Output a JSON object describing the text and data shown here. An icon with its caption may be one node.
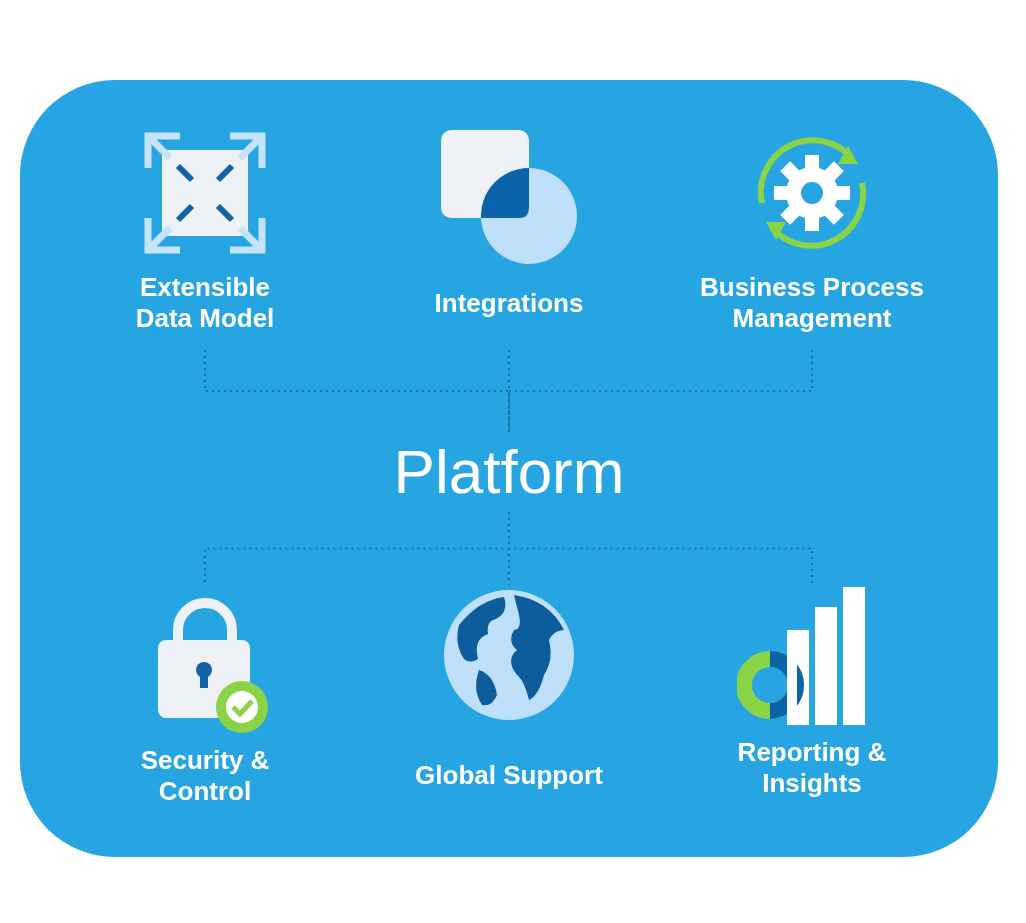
{
  "diagram": {
    "nodes": [
      {
        "text": [],
        "shape": "box"
      },
      {
        "text": [
          "Extensible Data Model"
        ],
        "in": 0
      },
      {
        "text": [
          "Integrations"
        ],
        "in": 0
      },
      {
        "text": [
          "Business Process Management"
        ],
        "in": 0
      },
      {
        "text": [
          "Platform"
        ],
        "in": 0
      },
      {
        "text": [
          "Security & Control"
        ],
        "in": 0
      },
      {
        "text": [
          "Global Support"
        ],
        "in": 0
      },
      {
        "text": [
          "Reporting & Insights"
        ],
        "in": 0
      }
    ],
    "edges": [
      {
        "from": 1,
        "to": 4,
        "arrow": "none",
        "style": "dashed"
      },
      {
        "from": 2,
        "to": 4,
        "arrow": "none",
        "style": "dashed"
      },
      {
        "from": 3,
        "to": 4,
        "arrow": "none",
        "style": "dashed"
      },
      {
        "from": 4,
        "to": 5,
        "arrow": "none",
        "style": "dashed"
      },
      {
        "from": 4,
        "to": 6,
        "arrow": "none",
        "style": "dashed"
      },
      {
        "from": 4,
        "to": 7,
        "arrow": "none",
        "style": "dashed"
      }
    ]
  }
}
